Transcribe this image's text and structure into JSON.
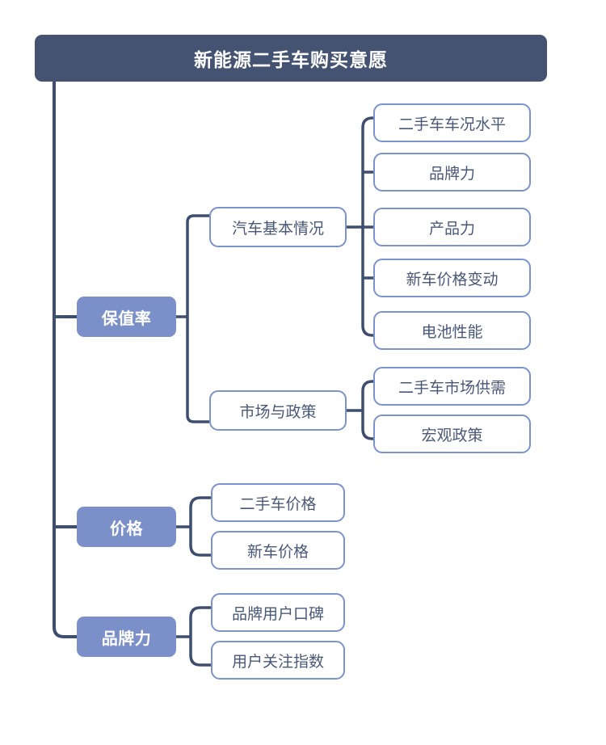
{
  "diagram": {
    "type": "mind-map",
    "title": "新能源二手车购买意愿",
    "colors": {
      "root_fill": "#455373",
      "root_text": "#FFFFFF",
      "level1_fill": "#7B8FC9",
      "level1_text": "#FFFFFF",
      "box_fill": "#FFFFFF",
      "box_border": "#7B93CC",
      "box_text": "#4A5878",
      "connector": "#3F4E6E",
      "background": "#FFFFFF"
    },
    "root": {
      "label": "新能源二手车购买意愿"
    },
    "branches": [
      {
        "id": "baozhilv",
        "label": "保值率",
        "children": [
          {
            "id": "qiche-jiben",
            "label": "汽车基本情况",
            "children": [
              {
                "id": "ershouche-chekuang",
                "label": "二手车车况水平"
              },
              {
                "id": "pinpaili-sub",
                "label": "品牌力"
              },
              {
                "id": "chanpinli",
                "label": "产品力"
              },
              {
                "id": "xinche-jiage-biandong",
                "label": "新车价格变动"
              },
              {
                "id": "dianchi-xingneng",
                "label": "电池性能"
              }
            ]
          },
          {
            "id": "shichang-zhengce",
            "label": "市场与政策",
            "children": [
              {
                "id": "ershouche-gongxu",
                "label": "二手车市场供需"
              },
              {
                "id": "hongguan-zhengce",
                "label": "宏观政策"
              }
            ]
          }
        ]
      },
      {
        "id": "jiage",
        "label": "价格",
        "children": [
          {
            "id": "ershouche-jiage",
            "label": "二手车价格"
          },
          {
            "id": "xinche-jiage",
            "label": "新车价格"
          }
        ]
      },
      {
        "id": "pinpaili",
        "label": "品牌力",
        "children": [
          {
            "id": "pinpai-kouubei",
            "label": "品牌用户口碑"
          },
          {
            "id": "yonghu-guanzhu",
            "label": "用户关注指数"
          }
        ]
      }
    ]
  }
}
